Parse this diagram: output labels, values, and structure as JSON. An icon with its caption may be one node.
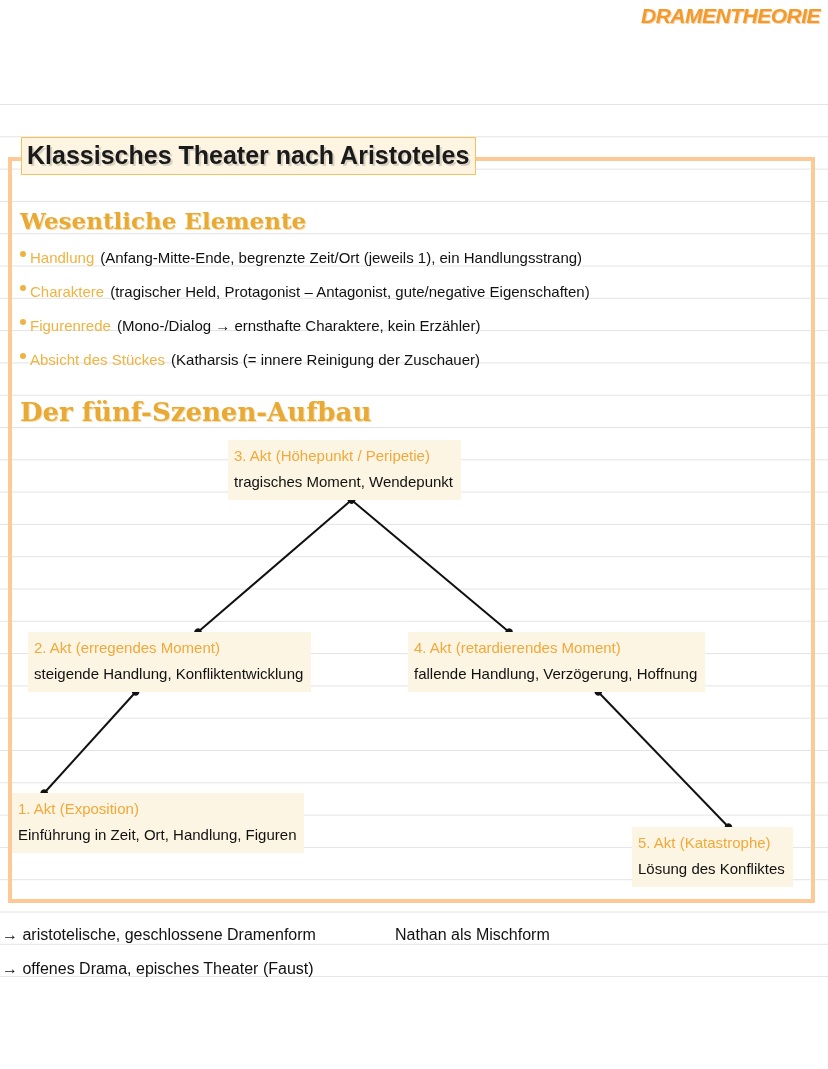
{
  "diagram": {
    "title": "DRAMENTHEORIE",
    "nodes": [
      {
        "text": [
          "Klassisches Theater nach Aristoteles",
          "Wesentliche Elemente",
          "Handlung",
          "(Anfang-Mitte-Ende, begrenzte Zeit/Ort (jeweils 1), ein Handlungsstrang)",
          "Charaktere",
          "(tragischer Held, Protagonist – Antagonist, gute/negative Eigenschaften)",
          "Figurenrede",
          "(Mono-/Dialog → ernsthafte Charaktere, kein Erzähler)",
          "Absicht des Stückes",
          "(Katharsis (= innere Reinigung der Zuschauer)",
          "Der fünf-Szenen-Aufbau"
        ]
      },
      {
        "text": [
          "3. Akt (Höhepunkt / Peripetie)",
          "tragisches Moment, Wendepunkt"
        ],
        "in": 0
      },
      {
        "text": [
          "2. Akt (erregendes Moment)",
          "steigende Handlung, Konfliktentwicklung"
        ],
        "in": 0
      },
      {
        "text": [
          "4. Akt (retardierendes Moment)",
          "fallende Handlung, Verzögerung, Hoffnung"
        ],
        "in": 0
      },
      {
        "text": [
          "1. Akt (Exposition)",
          "Einführung in Zeit, Ort, Handlung, Figuren"
        ],
        "in": 0
      },
      {
        "text": [
          "5. Akt (Katastrophe)",
          "Lösung des Konfliktes"
        ],
        "in": 0
      }
    ],
    "edges": [
      {
        "from": 1,
        "to": 2,
        "arrow": "other"
      },
      {
        "from": 1,
        "to": 3,
        "arrow": "other"
      },
      {
        "from": 2,
        "to": 4,
        "arrow": "other"
      },
      {
        "from": 3,
        "to": 5,
        "arrow": "other"
      }
    ],
    "labels": [
      "→ aristotelische, geschlossene Dramenform",
      "Nathan als Mischform",
      "→ offenes Drama, episches Theater (Faust)"
    ]
  }
}
